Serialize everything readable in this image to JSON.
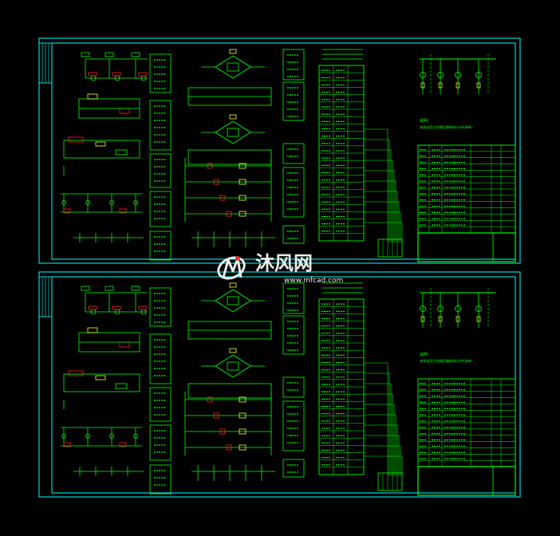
{
  "colors": {
    "background": "#000000",
    "frame": "#00ffff",
    "wire": "#00ff00",
    "component": "#00ff66",
    "red_mark": "#ff2020",
    "yellow_mark": "#ffff33",
    "label": "#00ff00",
    "watermark": "#ffffff"
  },
  "watermark": {
    "brand": "沐风网",
    "url": "www.mfcad.com",
    "logo_icon": "mf-logo-icon"
  },
  "sheets": [
    {
      "id": "top",
      "note_heading": "说明:",
      "note_line": "本图适用于控制回路接线(元件清单)"
    },
    {
      "id": "bottom",
      "note_heading": "说明:",
      "note_line": "本图适用于控制回路接线(元件清单)"
    }
  ]
}
